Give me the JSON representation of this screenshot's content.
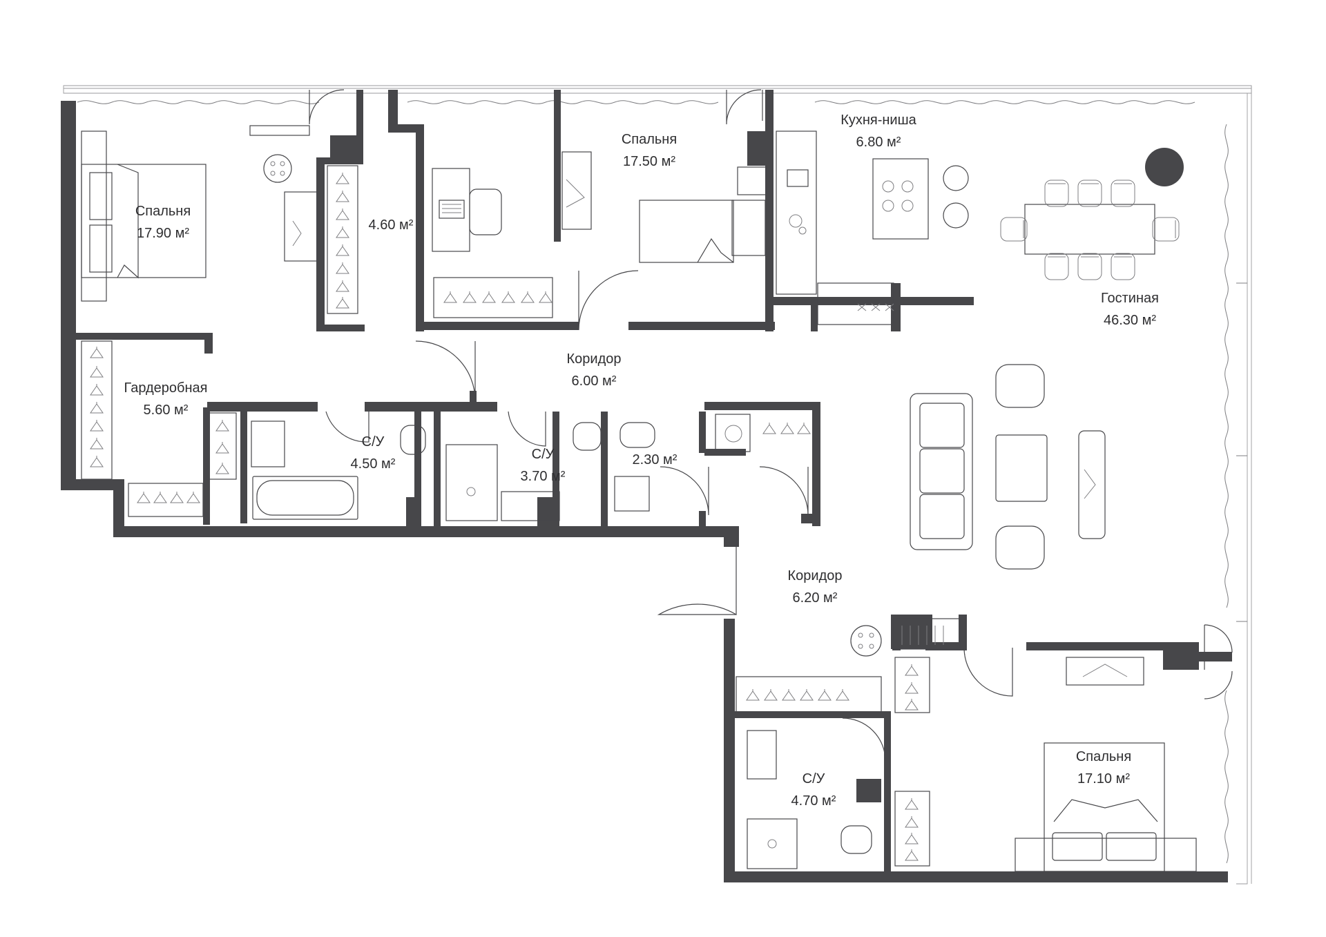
{
  "plan": {
    "rooms": [
      {
        "id": "bedroom-1",
        "name": "Спальня",
        "area": "17.90 м²"
      },
      {
        "id": "closet-1",
        "name": "",
        "area": "4.60 м²"
      },
      {
        "id": "dressing-room",
        "name": "Гардеробная",
        "area": "5.60 м²"
      },
      {
        "id": "bedroom-2",
        "name": "Спальня",
        "area": "17.50 м²"
      },
      {
        "id": "kitchen",
        "name": "Кухня-ниша",
        "area": "6.80 м²"
      },
      {
        "id": "living-room",
        "name": "Гостиная",
        "area": "46.30 м²"
      },
      {
        "id": "corridor-1",
        "name": "Коридор",
        "area": "6.00 м²"
      },
      {
        "id": "bathroom-1",
        "name": "С/У",
        "area": "4.50 м²"
      },
      {
        "id": "bathroom-2",
        "name": "С/У",
        "area": "3.70 м²"
      },
      {
        "id": "bathroom-3",
        "name": "",
        "area": "2.30 м²"
      },
      {
        "id": "corridor-2",
        "name": "Коридор",
        "area": "6.20 м²"
      },
      {
        "id": "bathroom-4",
        "name": "С/У",
        "area": "4.70 м²"
      },
      {
        "id": "bedroom-3",
        "name": "Спальня",
        "area": "17.10 м²"
      }
    ]
  },
  "colors": {
    "wall": "#47474a",
    "line": "#47474a",
    "background": "#ffffff"
  }
}
